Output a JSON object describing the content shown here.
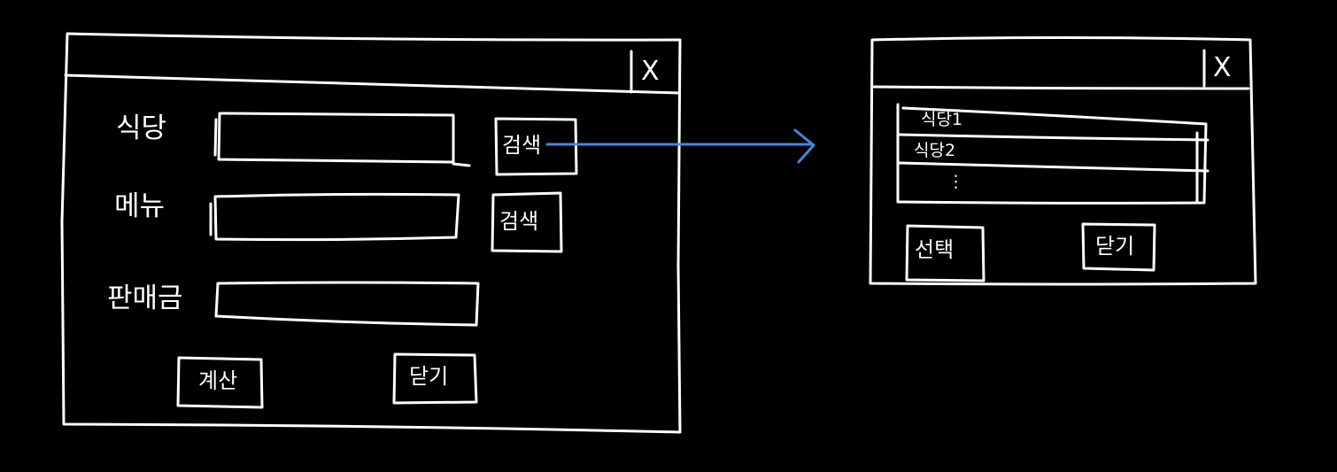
{
  "main_dialog": {
    "close_label": "X",
    "fields": [
      {
        "label": "식당",
        "value": "",
        "search_button": "검색"
      },
      {
        "label": "메뉴",
        "value": "",
        "search_button": "검색"
      },
      {
        "label": "판매금",
        "value": ""
      }
    ],
    "calculate_button": "계산",
    "close_button": "닫기"
  },
  "popup_dialog": {
    "close_label": "X",
    "list_items": [
      "식당1",
      "식당2",
      "⋮"
    ],
    "select_button": "선택",
    "close_button": "닫기"
  },
  "colors": {
    "background": "#000000",
    "stroke": "#ffffff",
    "arrow": "#4a86d4"
  }
}
